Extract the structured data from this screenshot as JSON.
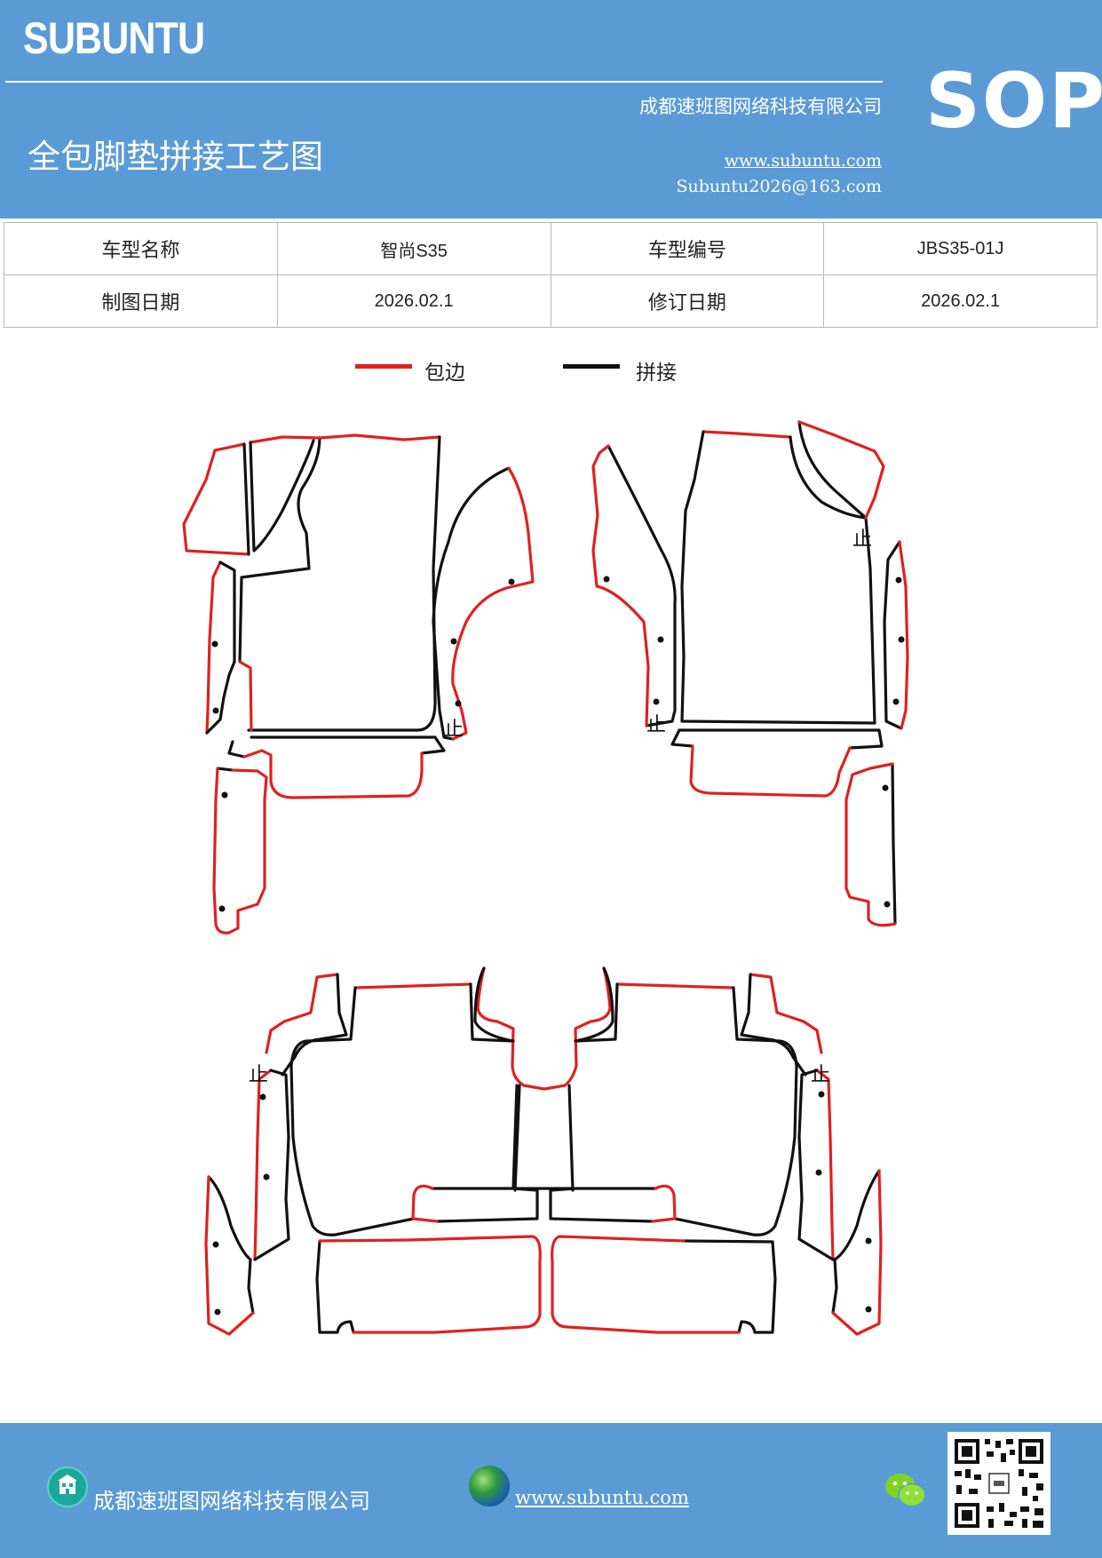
{
  "header": {
    "brand": "SUBUNTU",
    "company": "成都速班图网络科技有限公司",
    "title": "全包脚垫拼接工艺图",
    "website": "www.subuntu.com",
    "email": "Subuntu2026@163.com",
    "badge": "SOP"
  },
  "info_table": {
    "model_name_label": "车型名称",
    "model_name_value": "智尚S35",
    "model_code_label": "车型编号",
    "model_code_value": "JBS35-01J",
    "drawing_date_label": "制图日期",
    "drawing_date_value": "2026.02.1",
    "revision_date_label": "修订日期",
    "revision_date_value": "2026.02.1"
  },
  "legend": {
    "edge_label": "包边",
    "edge_color": "#e02020",
    "seam_label": "拼接",
    "seam_color": "#111111"
  },
  "drawing": {
    "stop_mark": "止"
  },
  "footer": {
    "company": "成都速班图网络科技有限公司",
    "website": "www.subuntu.com ",
    "icons": [
      "building-icon",
      "globe-icon",
      "wechat-icon",
      "qr-code"
    ]
  }
}
